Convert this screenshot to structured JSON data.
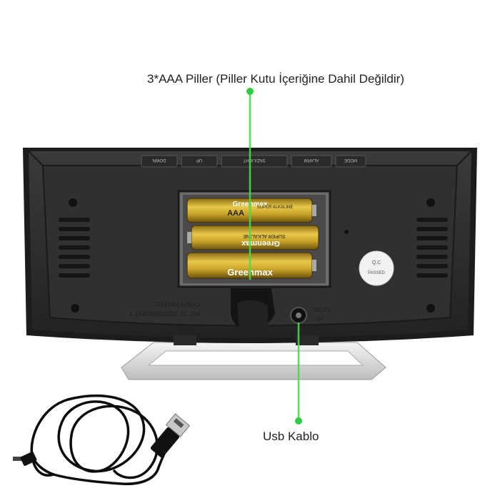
{
  "annotations": {
    "batteries": "3*AAA Piller (Piller Kutu İçeriğine Dahil Değildir)",
    "cable": "Usb Kablo"
  },
  "device": {
    "buttons": [
      "DOWN",
      "UP",
      "SNZ/LIGHT",
      "ALARM",
      "MODE"
    ],
    "patent_text_line1": "CHINA PATENT",
    "patent_text_line2": "NO. ZL 201330068541.1",
    "dc_label_line1": "DC 5V",
    "dc_label_line2": "-◎+",
    "qc_sticker_line1": "Q.C",
    "qc_sticker_line2": "PASSED",
    "battery_brand": "Greenmax",
    "battery_type": "AAA",
    "battery_subtitle": "SUPER ALKALINE"
  },
  "colors": {
    "accent_line": "#44dd44",
    "dot": "#2ecc40",
    "device_body": "#2b2b2b",
    "battery_gold": "#c9a428",
    "stand": "#e6e6e6"
  }
}
